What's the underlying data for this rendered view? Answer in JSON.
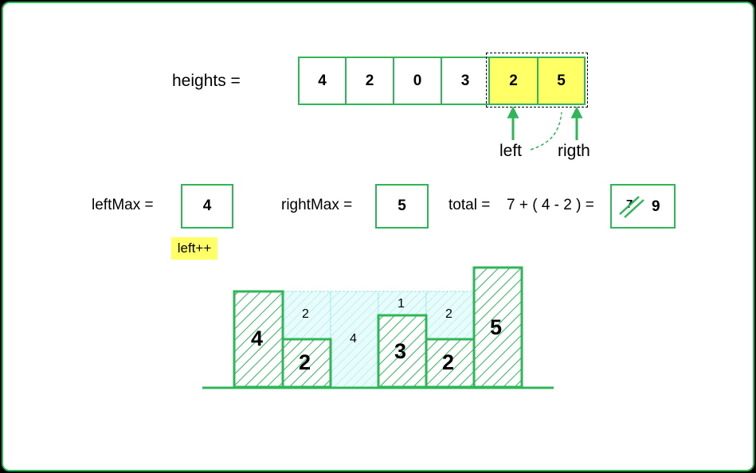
{
  "heights_label": "heights =",
  "heights": [
    "4",
    "2",
    "0",
    "3",
    "2",
    "5"
  ],
  "pointers": {
    "left": "left",
    "right": "rigth"
  },
  "left_max": {
    "label": "leftMax =",
    "value": "4"
  },
  "right_max": {
    "label": "rightMax =",
    "value": "5"
  },
  "total": {
    "label": "total =",
    "expression": "7 + ( 4 - 2 ) =",
    "old_value": "7",
    "value": "9"
  },
  "action_badge": "left++",
  "bars": [
    "4",
    "2",
    "0",
    "3",
    "2",
    "5"
  ],
  "water": [
    "",
    "2",
    "4",
    "1",
    "2",
    ""
  ],
  "colors": {
    "green": "#2fb657",
    "yellow": "#ffff66",
    "water": "#7fe6e6"
  }
}
